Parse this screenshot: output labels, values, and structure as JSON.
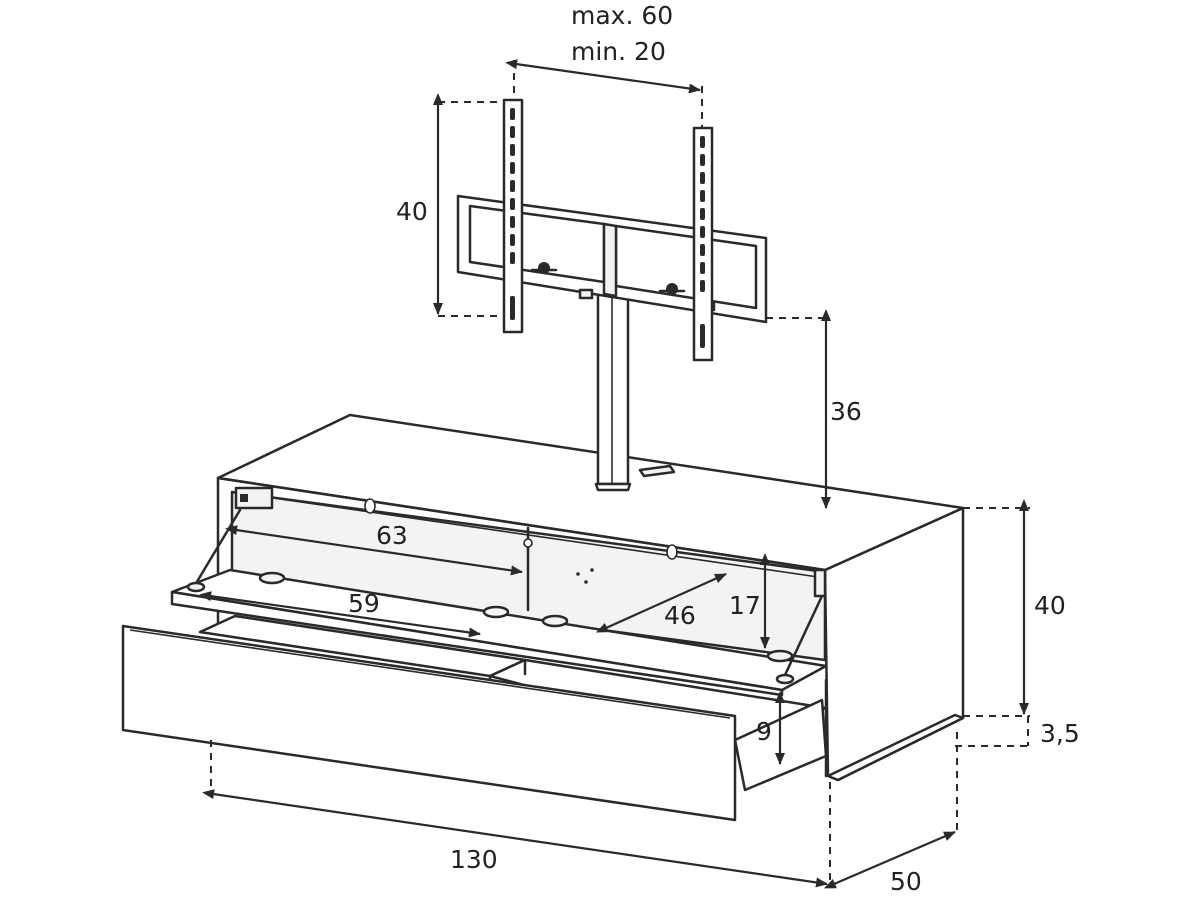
{
  "diagram": {
    "labels": {
      "max_width": "max. 60",
      "min_width": "min. 20",
      "bracket_height": "40",
      "mount_height": "36",
      "inner_width": "63",
      "flap_width": "59",
      "inner_depth": "46",
      "compartment_height": "17",
      "cabinet_height": "40",
      "plinth_height": "3,5",
      "drawer_height": "9",
      "total_width": "130",
      "total_depth": "50"
    }
  }
}
